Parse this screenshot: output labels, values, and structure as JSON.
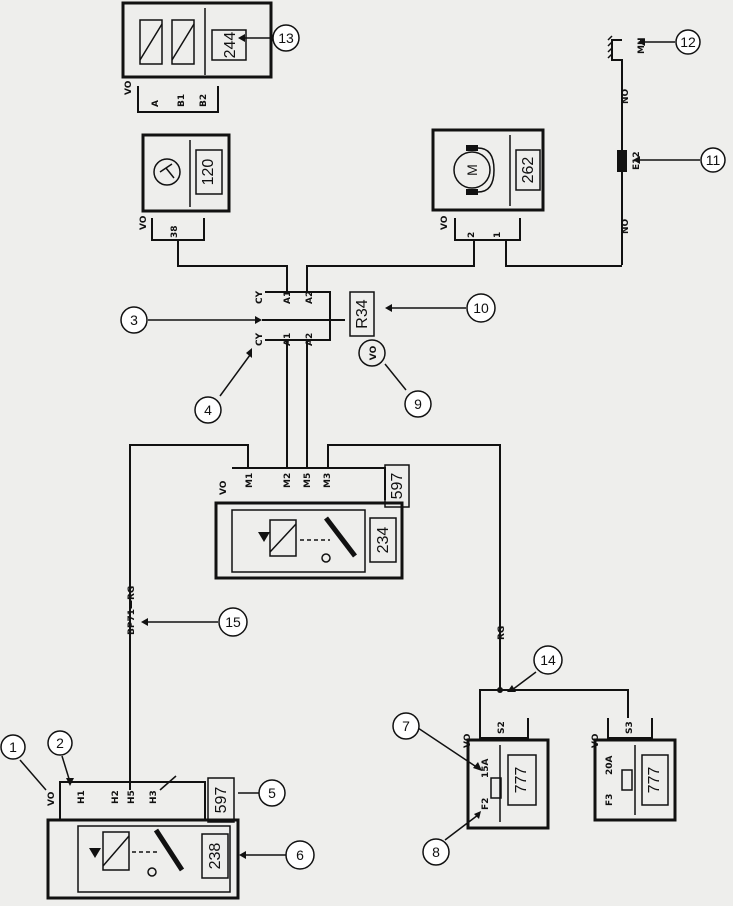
{
  "components": {
    "c244": {
      "code": "244",
      "connector": "VO",
      "pins": [
        "A",
        "B1",
        "B2"
      ]
    },
    "c120": {
      "code": "120",
      "connector": "VO",
      "pin": "38"
    },
    "c262": {
      "code": "262",
      "motor": "M",
      "connector": "VO",
      "pins": [
        "2",
        "1"
      ]
    },
    "r34": {
      "code": "R34",
      "cy": "CY",
      "pins": [
        "A1",
        "A2"
      ]
    },
    "c234": {
      "code": "234",
      "ref": "597",
      "connector": "VO",
      "pins": [
        "M1",
        "M2",
        "M5",
        "M3"
      ]
    },
    "c238": {
      "code": "238",
      "ref": "597",
      "connector": "VO",
      "pins": [
        "H1",
        "H2",
        "H5",
        "H3"
      ]
    },
    "fuse_left": {
      "code": "777",
      "connector": "VO",
      "pin": "S2",
      "fuse": "F2",
      "rating": "15A"
    },
    "fuse_right": {
      "code": "777",
      "connector": "VO",
      "pin": "S3",
      "fuse": "F3",
      "rating": "20A"
    },
    "vo_badge": "VO"
  },
  "wires": {
    "w_no_top": "NO",
    "w_no_bottom": "NO",
    "e12": "E12",
    "mh": "MH",
    "rg": "RG",
    "bp71": "BP71—RG"
  },
  "callouts": [
    "1",
    "2",
    "3",
    "4",
    "5",
    "6",
    "7",
    "8",
    "9",
    "10",
    "11",
    "12",
    "13",
    "14",
    "15"
  ]
}
